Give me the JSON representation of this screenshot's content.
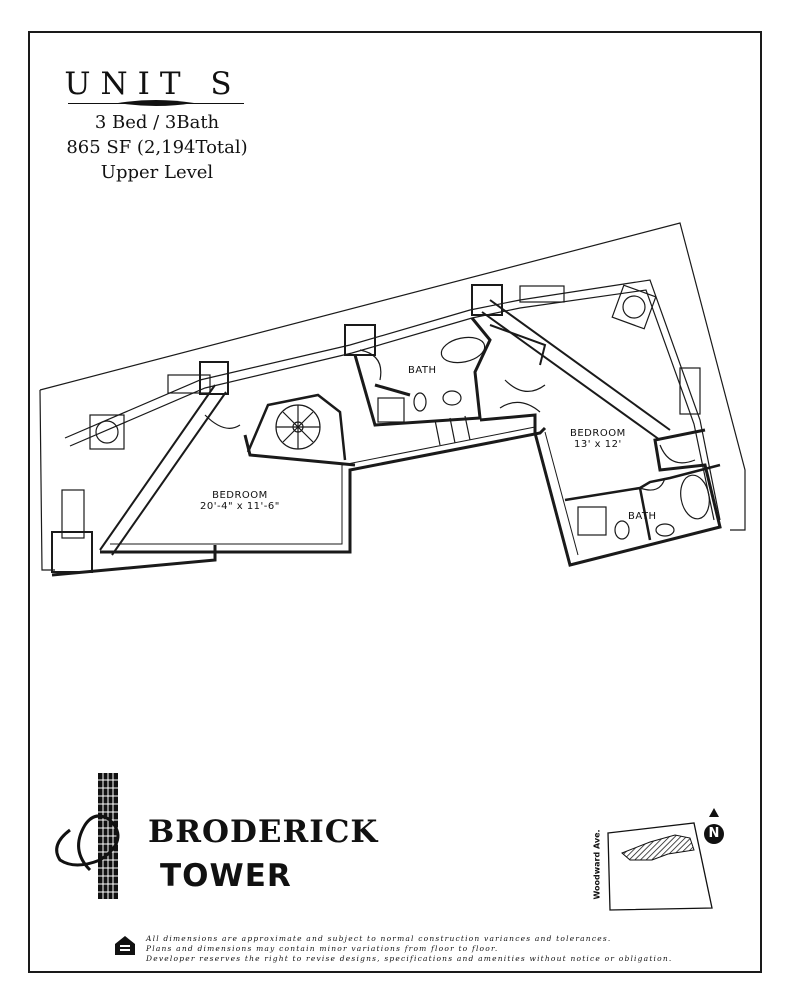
{
  "header": {
    "unit_title": "UNIT S",
    "bed_bath": "3 Bed / 3Bath",
    "area": "865 SF (2,194Total)",
    "level": "Upper Level"
  },
  "rooms": {
    "bedroom_1_name": "BEDROOM",
    "bedroom_1_dims": "20'-4\" x 11'-6\"",
    "bath_1_name": "BATH",
    "bedroom_2_name": "BEDROOM",
    "bedroom_2_dims": "13' x 12'",
    "bath_2_name": "BATH"
  },
  "brand": {
    "line_1": "BRODERICK",
    "line_2": "TOWER"
  },
  "key_map": {
    "street_label": "Woodward Ave.",
    "north_label": "N"
  },
  "disclaimer": {
    "line_1": "All dimensions are approximate and subject to normal construction variances and tolerances.",
    "line_2": "Plans and dimensions may contain minor variations from floor to floor.",
    "line_3": "Developer reserves the right to revise designs, specifications and amenities without notice or obligation."
  },
  "colors": {
    "line": "#1a1a1a",
    "background": "#ffffff"
  }
}
